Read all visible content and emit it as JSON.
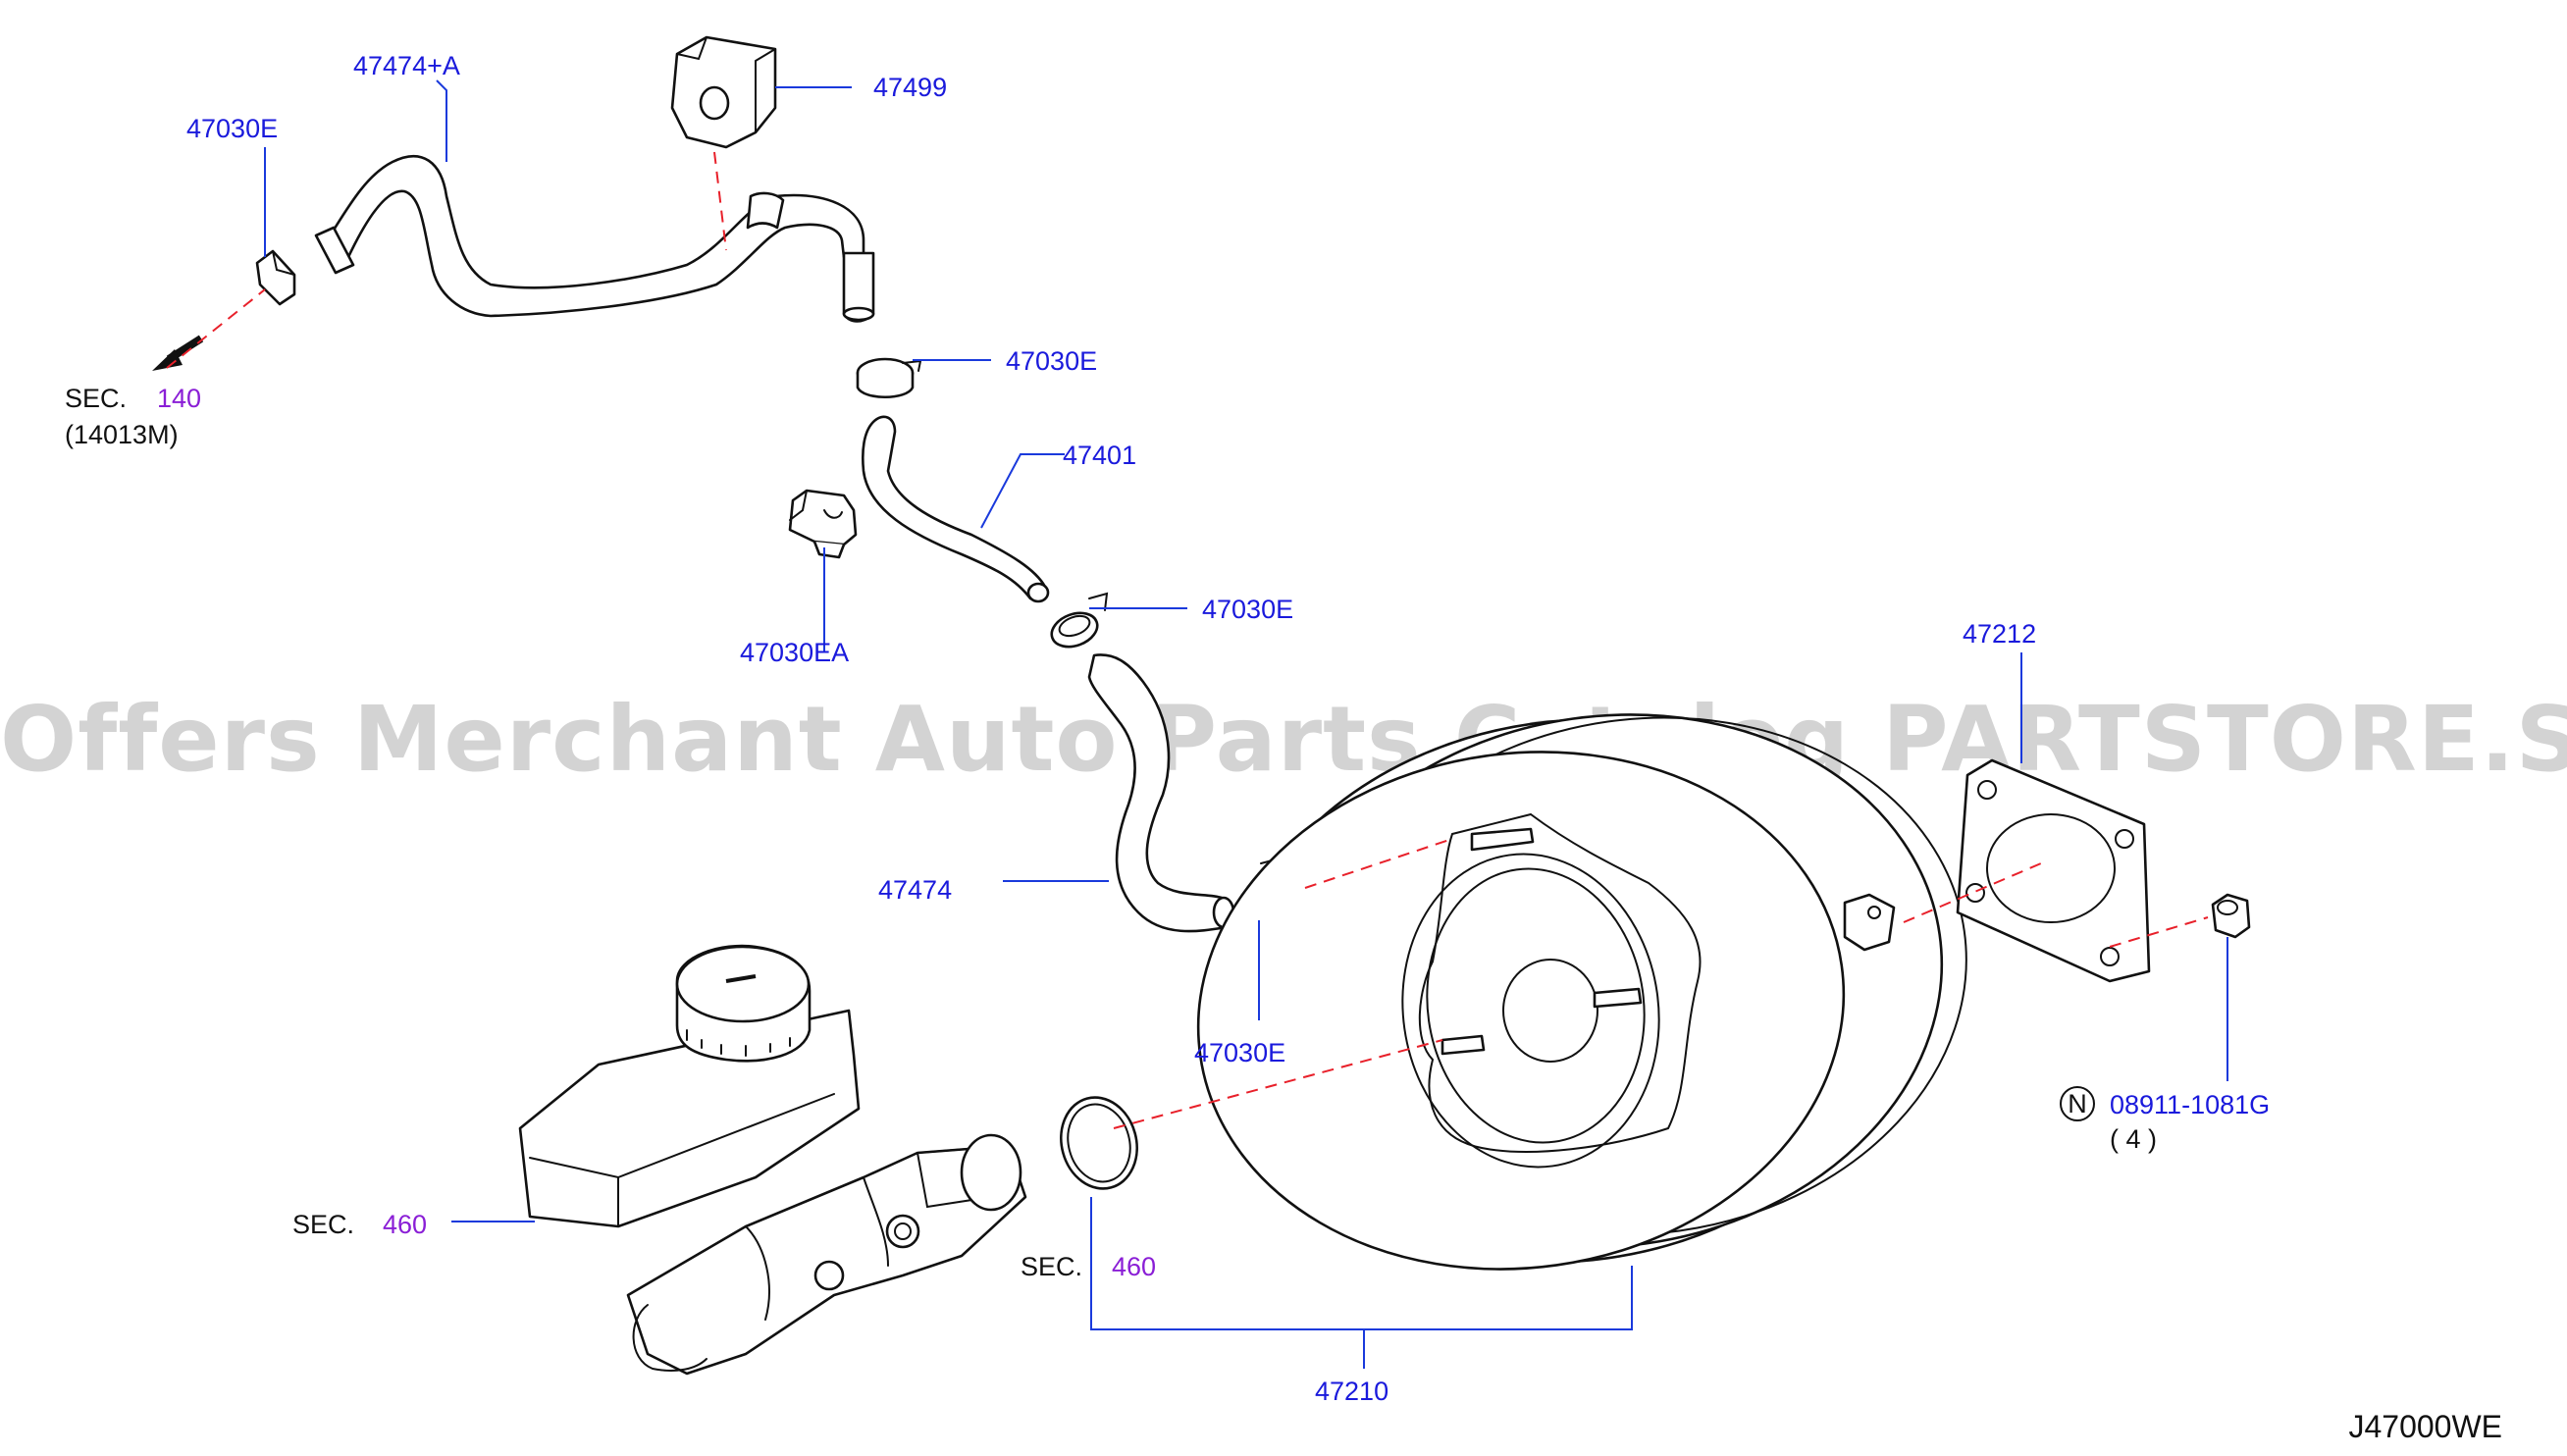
{
  "watermark": "Offers Merchant Auto Parts Catalog PARTSTORE.SA",
  "diagram_code": "J47000WE",
  "colors": {
    "part_number": "#1a1adc",
    "section_number": "#8a1ed6",
    "leader": "#1a3adc",
    "dashed_line": "#e8202a",
    "line_art": "#111111"
  },
  "labels": {
    "p47474A": "47474+A",
    "p47499": "47499",
    "p47030E_topleft": "47030E",
    "p47030E_clamp2": "47030E",
    "p47401": "47401",
    "p47030EA": "47030EA",
    "p47030E_clamp3": "47030E",
    "p47212": "47212",
    "p47474": "47474",
    "p47030E_lower": "47030E",
    "p08911": "08911-1081G",
    "nut_marker": "N",
    "nut_qty": "( 4 )",
    "p47210": "47210"
  },
  "sections": {
    "sec140_prefix": "SEC.",
    "sec140_num": "140",
    "sec140_sub": "(14013M)",
    "sec460a_prefix": "SEC.",
    "sec460a_num": "460",
    "sec460b_prefix": "SEC.",
    "sec460b_num": "460"
  }
}
